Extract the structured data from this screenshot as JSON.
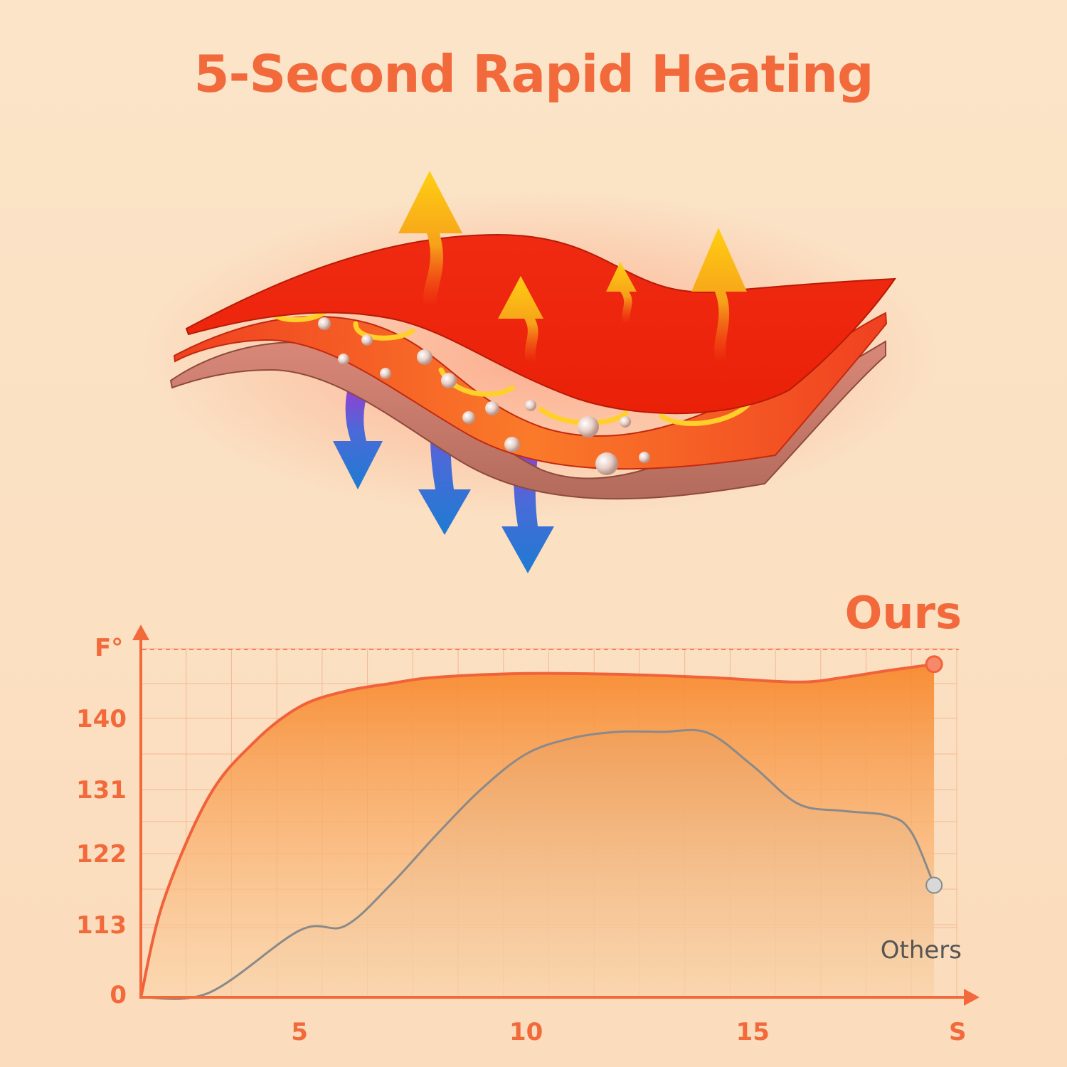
{
  "title": "5-Second Rapid Heating",
  "colors": {
    "accent": "#f26a3b",
    "ours_line": "#f0623a",
    "others_line": "#8a8a8a",
    "background": "#fbe3c6"
  },
  "illustration": {
    "layers": [
      "heating-layer-top",
      "heating-layer-middle",
      "heating-layer-bottom"
    ],
    "up_arrows": 4,
    "down_arrows": 3
  },
  "chart_data": {
    "type": "area",
    "y_unit_label": "F°",
    "x_unit_label": "S",
    "yticks": [
      {
        "value": 0,
        "label": "0"
      },
      {
        "value": 113,
        "label": "113"
      },
      {
        "value": 122,
        "label": "122"
      },
      {
        "value": 131,
        "label": "131"
      },
      {
        "value": 140,
        "label": "140"
      }
    ],
    "xticks": [
      {
        "value": 5,
        "label": "5"
      },
      {
        "value": 10,
        "label": "10"
      },
      {
        "value": 15,
        "label": "15"
      }
    ],
    "xlim": [
      1.5,
      19.5
    ],
    "series": [
      {
        "name": "Ours",
        "x": [
          1.5,
          2,
          3,
          4,
          5,
          6,
          7,
          8,
          10,
          12,
          14,
          16,
          17,
          18,
          19
        ],
        "y": [
          0,
          116,
          130,
          137,
          141.5,
          143.5,
          144.5,
          145.3,
          145.8,
          145.7,
          145.3,
          144.7,
          145.3,
          146.2,
          147
        ]
      },
      {
        "name": "Others",
        "x": [
          1.5,
          3,
          5,
          6,
          7,
          8,
          9,
          10,
          11,
          12,
          13,
          14,
          15,
          16,
          17,
          18,
          18.5,
          19
        ],
        "y": [
          0,
          7,
          104,
          111,
          118,
          124.5,
          131,
          135.5,
          137.5,
          138.3,
          138.3,
          138.2,
          134,
          129,
          128,
          127.3,
          125,
          118
        ]
      }
    ]
  }
}
